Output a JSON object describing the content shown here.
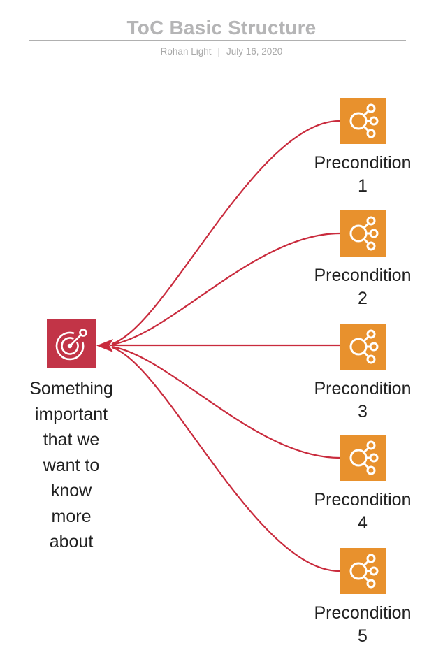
{
  "header": {
    "title": "ToC Basic Structure",
    "author": "Rohan Light",
    "separator": "|",
    "date": "July 16, 2020"
  },
  "colors": {
    "title_gray": "#b5b5b6",
    "subtitle_gray": "#a9a9a9",
    "divider_gray": "#b0b0b0",
    "outcome_red": "#c23447",
    "arrow_red": "#c92b3d",
    "precondition_orange": "#e8912d",
    "label_text": "#212121",
    "icon_white": "#ffffff"
  },
  "diagram": {
    "outcome_node": {
      "icon": "target-bullseye-icon",
      "label": "Something important that we want to know more about",
      "label_lines": [
        "Something",
        "important",
        "that we",
        "want to",
        "know",
        "more",
        "about"
      ]
    },
    "preconditions": [
      {
        "icon": "network-branch-icon",
        "label": "Precondition",
        "number": "1"
      },
      {
        "icon": "network-branch-icon",
        "label": "Precondition",
        "number": "2"
      },
      {
        "icon": "network-branch-icon",
        "label": "Precondition",
        "number": "3"
      },
      {
        "icon": "network-branch-icon",
        "label": "Precondition",
        "number": "4"
      },
      {
        "icon": "network-branch-icon",
        "label": "Precondition",
        "number": "5"
      }
    ],
    "edges": [
      {
        "from": "Precondition 1",
        "to": "Something important that we want to know more about",
        "style": "curved-arrow"
      },
      {
        "from": "Precondition 2",
        "to": "Something important that we want to know more about",
        "style": "curved-arrow"
      },
      {
        "from": "Precondition 3",
        "to": "Something important that we want to know more about",
        "style": "straight-arrow"
      },
      {
        "from": "Precondition 4",
        "to": "Something important that we want to know more about",
        "style": "curved-arrow"
      },
      {
        "from": "Precondition 5",
        "to": "Something important that we want to know more about",
        "style": "curved-arrow"
      }
    ]
  }
}
